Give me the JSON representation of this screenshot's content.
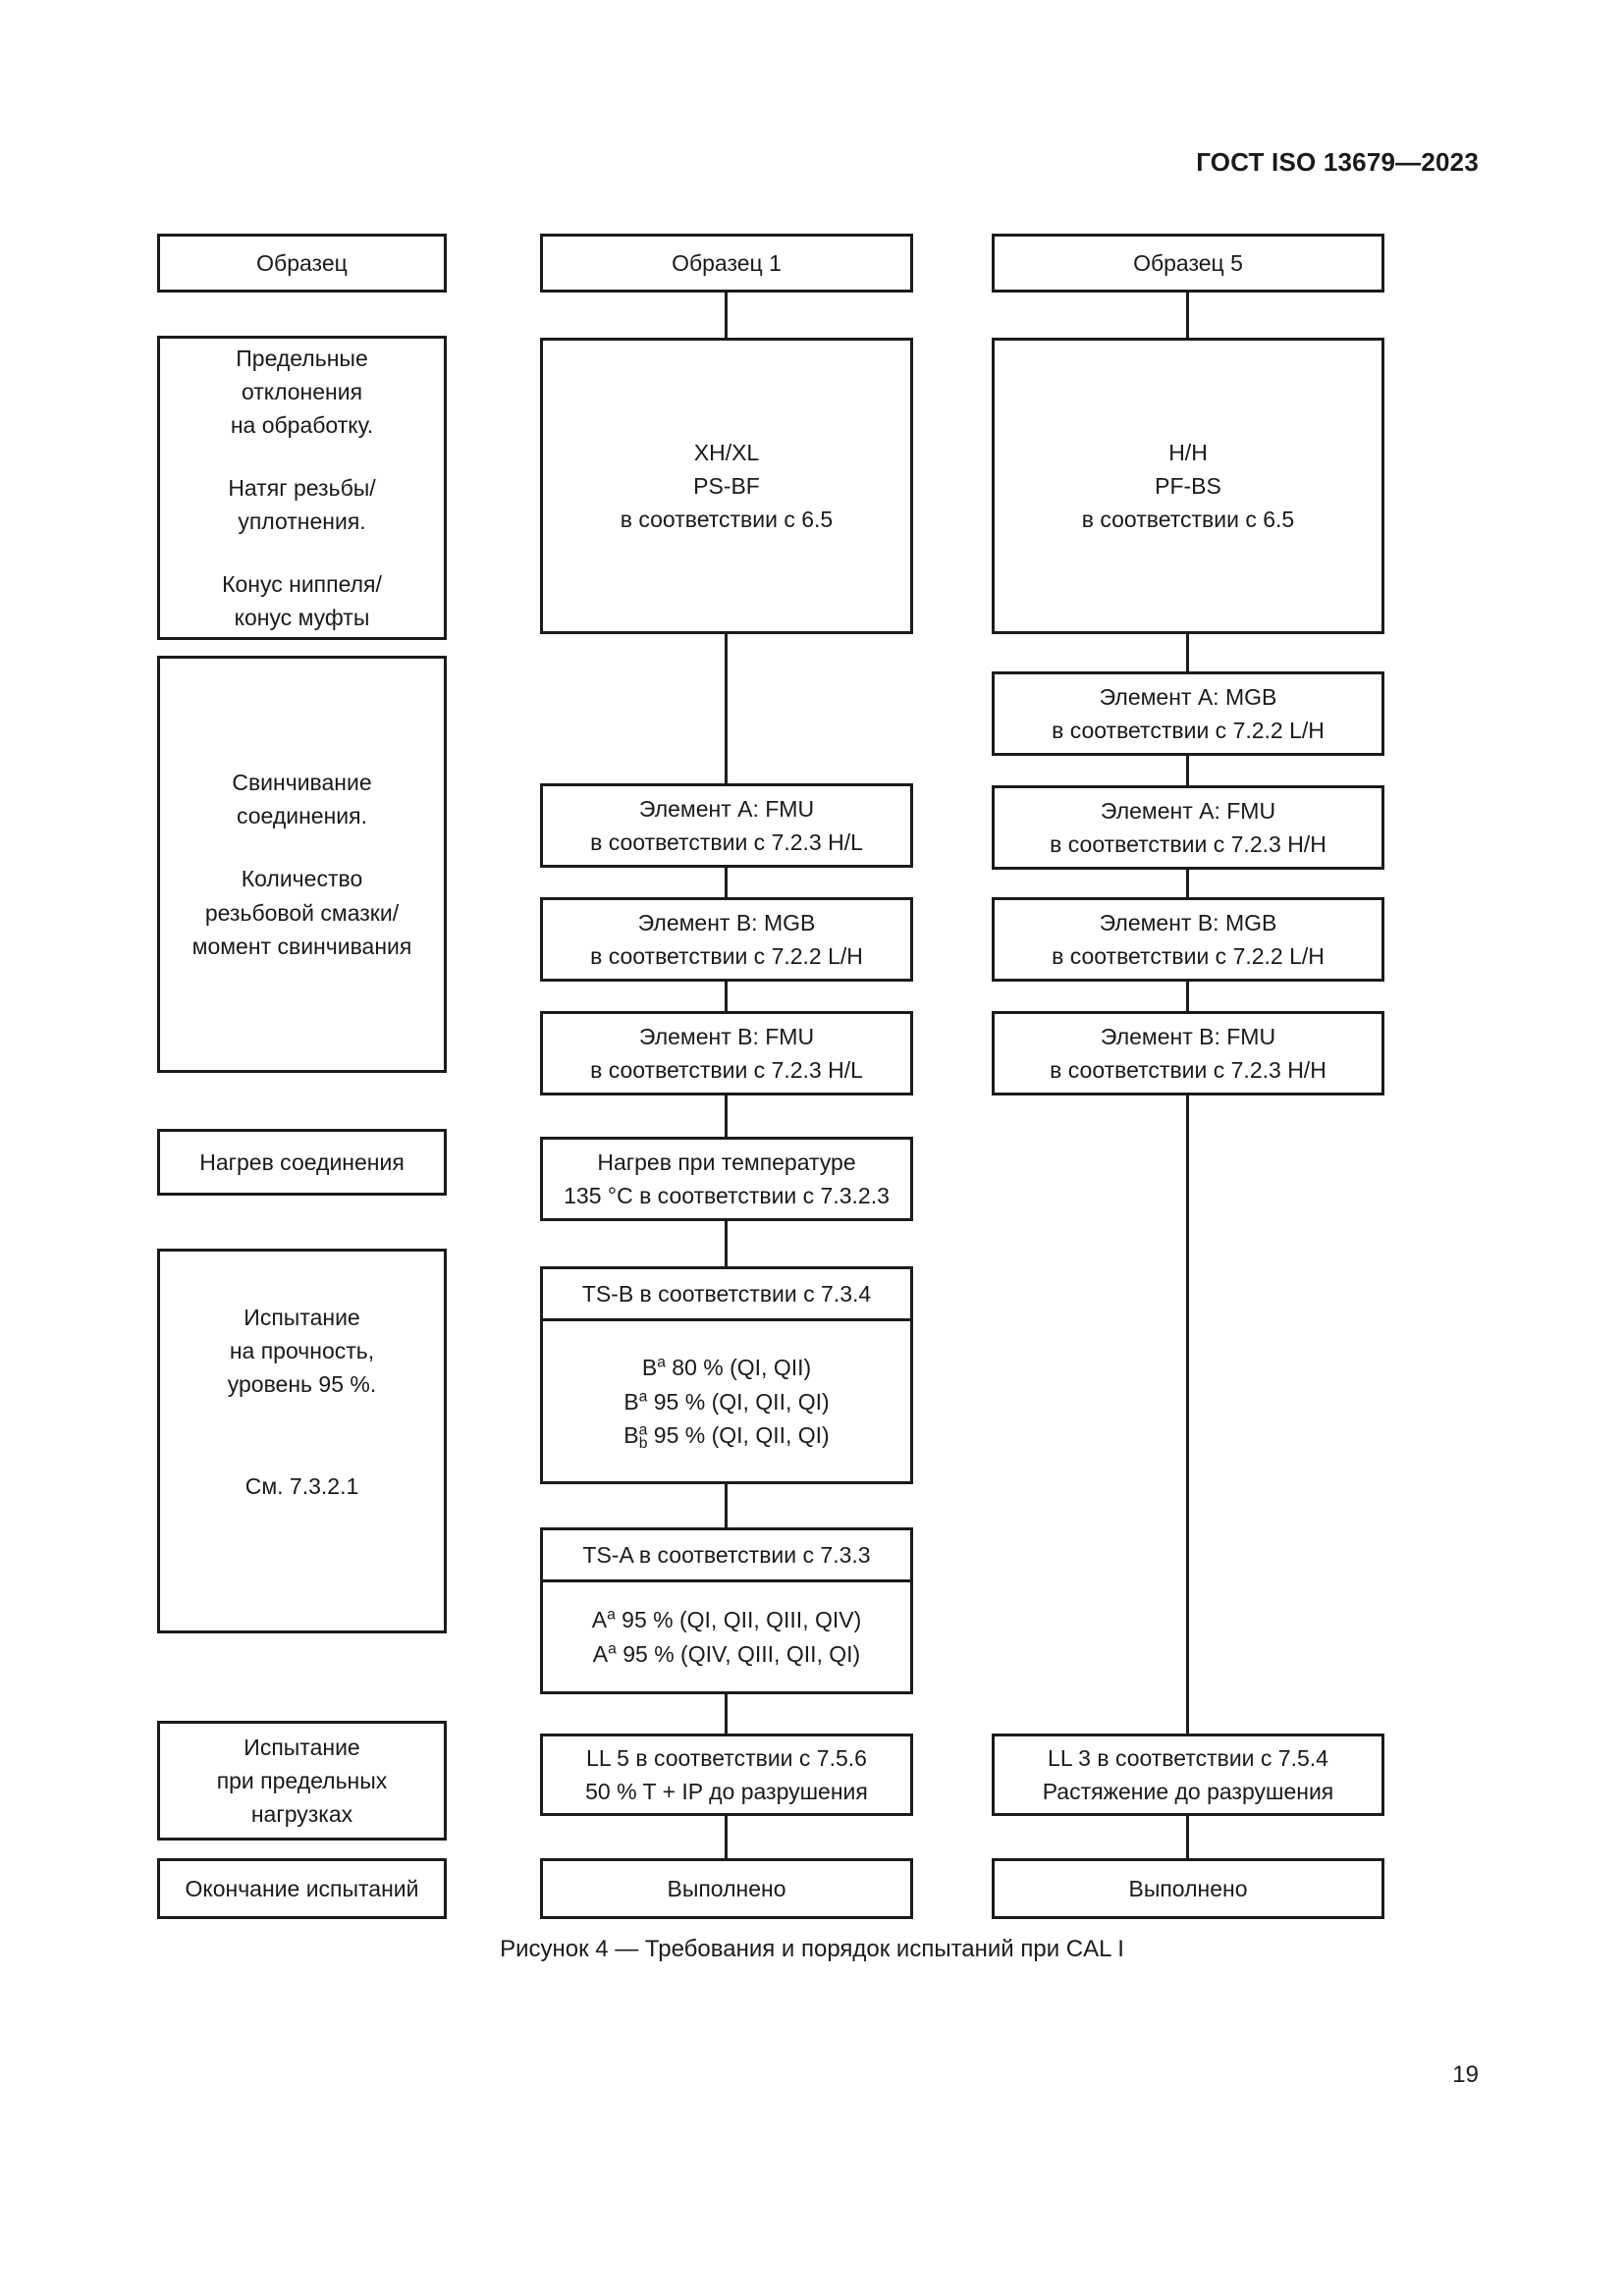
{
  "document": {
    "header": "ГОСТ ISO 13679—2023",
    "page_number": "19",
    "figure_caption": "Рисунок 4 — Требования и порядок испытаний при CAL I"
  },
  "columns": {
    "stage": {
      "header": "Образец",
      "nodes": {
        "tolerances": {
          "line1": "Предельные",
          "line2": "отклонения",
          "line3": "на обработку.",
          "line4": "Натяг резьбы/",
          "line5": "уплотнения.",
          "line6": "Конус ниппеля/",
          "line7": "конус муфты"
        },
        "makeup": {
          "line1": "Свинчивание",
          "line2": "соединения.",
          "line3": "Количество",
          "line4": "резьбовой смазки/",
          "line5": "момент свинчивания"
        },
        "heating": "Нагрев соединения",
        "strength": {
          "line1": "Испытание",
          "line2": "на прочность,",
          "line3": "уровень 95 %.",
          "line4": "См. 7.3.2.1"
        },
        "limit_loads": {
          "line1": "Испытание",
          "line2": "при предельных",
          "line3": "нагрузках"
        },
        "end": "Окончание испытаний"
      }
    },
    "specimen1": {
      "header": "Образец 1",
      "nodes": {
        "spec": {
          "line1": "XH/XL",
          "line2": "PS-BF",
          "line3": "в соответствии с 6.5"
        },
        "element_a_fmu": {
          "line1": "Элемент A: FMU",
          "line2": "в соответствии с 7.2.3 H/L"
        },
        "element_b_mgb": {
          "line1": "Элемент B: MGB",
          "line2": "в соответствии с 7.2.2 L/H"
        },
        "element_b_fmu": {
          "line1": "Элемент B: FMU",
          "line2": "в соответствии с 7.2.3 H/L"
        },
        "heating": {
          "line1": "Нагрев при температуре",
          "line2": "135 °C в соответствии с 7.3.2.3"
        },
        "ts_b": {
          "header": "TS-B в соответствии с 7.3.4",
          "row1_label": "B",
          "row1_sup": "a",
          "row1_text": " 80 % (QI, QII)",
          "row2_label": "B",
          "row2_sup": "a",
          "row2_text": " 95 % (QI, QII, QI)",
          "row3_label": "B",
          "row3_sup": "a",
          "row3_sub": "b",
          "row3_text": " 95 % (QI, QII, QI)"
        },
        "ts_a": {
          "header": "TS-A в соответствии с 7.3.3",
          "row1_label": "A",
          "row1_sup": "a",
          "row1_text": " 95 % (QI, QII, QIII, QIV)",
          "row2_label": "A",
          "row2_sup": "a",
          "row2_text": " 95 % (QIV, QIII, QII, QI)"
        },
        "limit_load": {
          "line1": "LL 5 в соответствии с 7.5.6",
          "line2": "50 % T + IP до разрушения"
        },
        "done": "Выполнено"
      }
    },
    "specimen5": {
      "header": "Образец 5",
      "nodes": {
        "spec": {
          "line1": "H/H",
          "line2": "PF-BS",
          "line3": "в соответствии с 6.5"
        },
        "element_a_mgb": {
          "line1": "Элемент A: MGB",
          "line2": "в соответствии с 7.2.2 L/H"
        },
        "element_a_fmu": {
          "line1": "Элемент A: FMU",
          "line2": "в соответствии с 7.2.3 H/H"
        },
        "element_b_mgb": {
          "line1": "Элемент B: MGB",
          "line2": "в соответствии с 7.2.2 L/H"
        },
        "element_b_fmu": {
          "line1": "Элемент B: FMU",
          "line2": "в соответствии с 7.2.3 H/H"
        },
        "limit_load": {
          "line1": "LL 3 в соответствии с 7.5.4",
          "line2": "Растяжение до разрушения"
        },
        "done": "Выполнено"
      }
    }
  }
}
